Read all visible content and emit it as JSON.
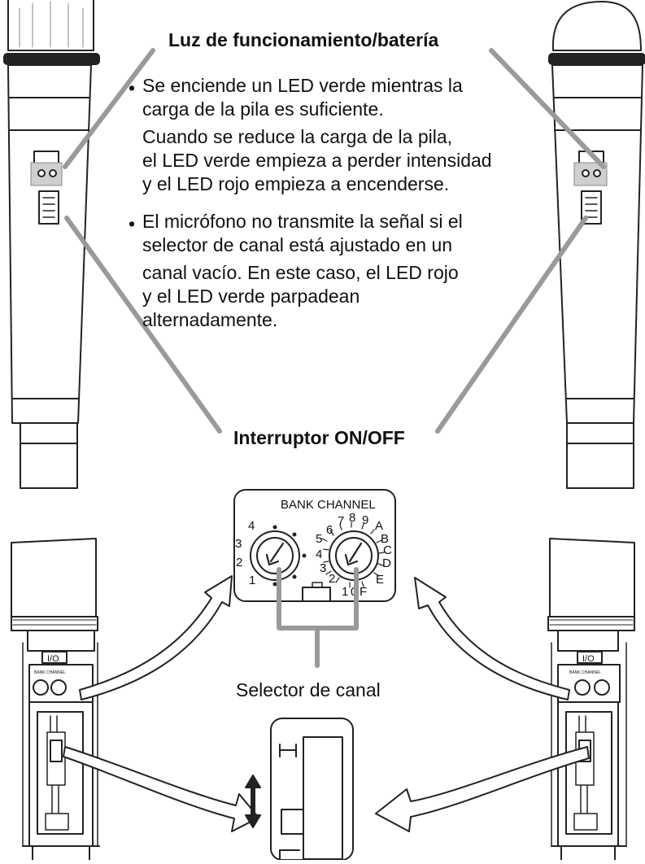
{
  "labels": {
    "led_title": "Luz de funcionamiento/batería",
    "switch_title": "Interruptor ON/OFF",
    "channel_selector": "Selector de canal"
  },
  "notes": [
    {
      "bullet": "•",
      "lines": [
        "Se enciende un LED verde mientras la",
        "carga de la pila es suficiente.",
        "Cuando se reduce la carga de la pila,",
        "el LED verde empieza a perder intensidad",
        "y el LED rojo empieza a encenderse."
      ]
    },
    {
      "bullet": "•",
      "lines": [
        "El micrófono no transmite la señal si el",
        "selector de canal está ajustado en un",
        "canal vacío. En este caso, el LED rojo",
        "y el LED verde parpadean",
        "alternadamente."
      ]
    }
  ],
  "dial_panel": {
    "header": "BANK CHANNEL",
    "bank_numbers": [
      "1",
      "2",
      "3",
      "4"
    ],
    "channel_digits": [
      "0",
      "1",
      "2",
      "3",
      "4",
      "5",
      "6",
      "7",
      "8",
      "9"
    ],
    "channel_letters": [
      "A",
      "B",
      "C",
      "D",
      "E",
      "F"
    ]
  },
  "small_panel": {
    "io_label": "I/O",
    "bank_label": "BANK CHANNEL"
  }
}
